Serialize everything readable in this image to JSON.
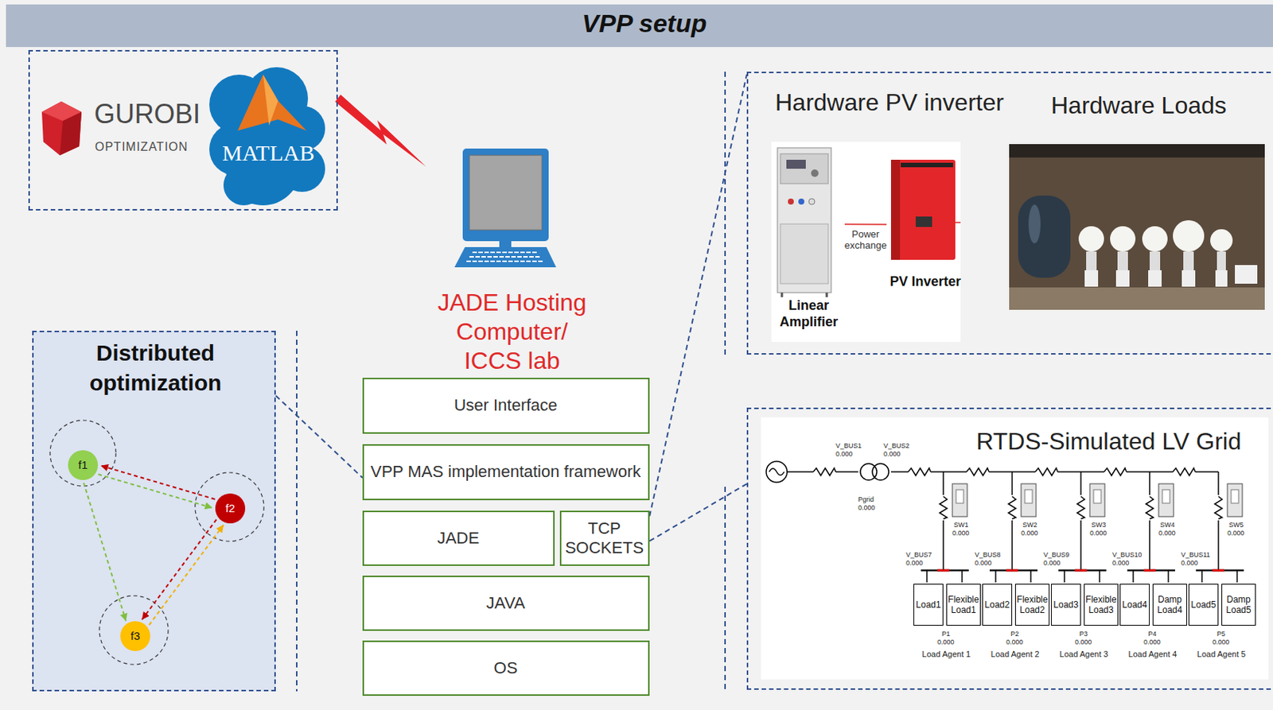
{
  "diagram": {
    "title": "VPP setup",
    "nodes": [
      {
        "text": [
          "GUROBI",
          "OPTIMIZATION",
          "MATLAB"
        ]
      },
      {
        "text": [
          "JADE Hosting Computer/ ICCS lab"
        ]
      },
      {
        "text": [
          "Hardware PV inverter",
          "Hardware Loads"
        ]
      },
      {
        "text": [
          "Linear Amplifier"
        ],
        "in": 2
      },
      {
        "text": [
          "PV Inverter"
        ],
        "in": 2
      },
      {
        "text": [
          "Distributed optimization"
        ]
      },
      {
        "text": [
          "f1"
        ],
        "in": 5
      },
      {
        "text": [
          "f2"
        ],
        "in": 5
      },
      {
        "text": [
          "f3"
        ],
        "in": 5
      },
      {
        "text": [
          "User Interface"
        ]
      },
      {
        "text": [
          "VPP MAS implementation framework"
        ]
      },
      {
        "text": [
          "JADE"
        ]
      },
      {
        "text": [
          "TCP SOCKETS"
        ]
      },
      {
        "text": [
          "JAVA"
        ]
      },
      {
        "text": [
          "OS"
        ]
      },
      {
        "text": [
          "RTDS-Simulated LV Grid"
        ]
      },
      {
        "text": [
          "Load1"
        ],
        "in": 15
      },
      {
        "text": [
          "Flexible Load1"
        ],
        "in": 15
      },
      {
        "text": [
          "Load2"
        ],
        "in": 15
      },
      {
        "text": [
          "Flexible Load2"
        ],
        "in": 15
      },
      {
        "text": [
          "Load3"
        ],
        "in": 15
      },
      {
        "text": [
          "Flexible Load3"
        ],
        "in": 15
      },
      {
        "text": [
          "Load4"
        ],
        "in": 15
      },
      {
        "text": [
          "Damp Load4"
        ],
        "in": 15
      },
      {
        "text": [
          "Load5"
        ],
        "in": 15
      },
      {
        "text": [
          "Damp Load5"
        ],
        "in": 15
      }
    ],
    "edges": [
      {
        "from": 0,
        "to": 1,
        "arrow": "to"
      },
      {
        "from": 3,
        "to": 4,
        "label": "Power exchange",
        "arrow": "none"
      },
      {
        "from": 6,
        "to": 7,
        "arrow": "to"
      },
      {
        "from": 7,
        "to": 6,
        "arrow": "to"
      },
      {
        "from": 6,
        "to": 8,
        "arrow": "to"
      },
      {
        "from": 8,
        "to": 7,
        "arrow": "to"
      },
      {
        "from": 7,
        "to": 8,
        "arrow": "to"
      },
      {
        "from": 5,
        "to": 10,
        "arrow": "none"
      },
      {
        "from": 12,
        "to": 2,
        "arrow": "none"
      },
      {
        "from": 12,
        "to": 15,
        "arrow": "none"
      }
    ],
    "labels": [
      "V_BUS1",
      "0.000",
      "V_BUS2",
      "0.000",
      "Pgrid",
      "0.000",
      "V_BUS7",
      "0.000",
      "SW1",
      "0.000",
      "P1",
      "0.000",
      "Load Agent 1",
      "V_BUS8",
      "0.000",
      "SW2",
      "0.000",
      "P2",
      "0.000",
      "Load Agent 2",
      "V_BUS9",
      "0.000",
      "SW3",
      "0.000",
      "P3",
      "0.000",
      "Load Agent 3",
      "V_BUS10",
      "0.000",
      "SW4",
      "0.000",
      "P4",
      "0.000",
      "Load Agent 4",
      "V_BUS11",
      "0.000",
      "SW5",
      "0.000",
      "P5",
      "0.000",
      "Load Agent 5"
    ]
  }
}
